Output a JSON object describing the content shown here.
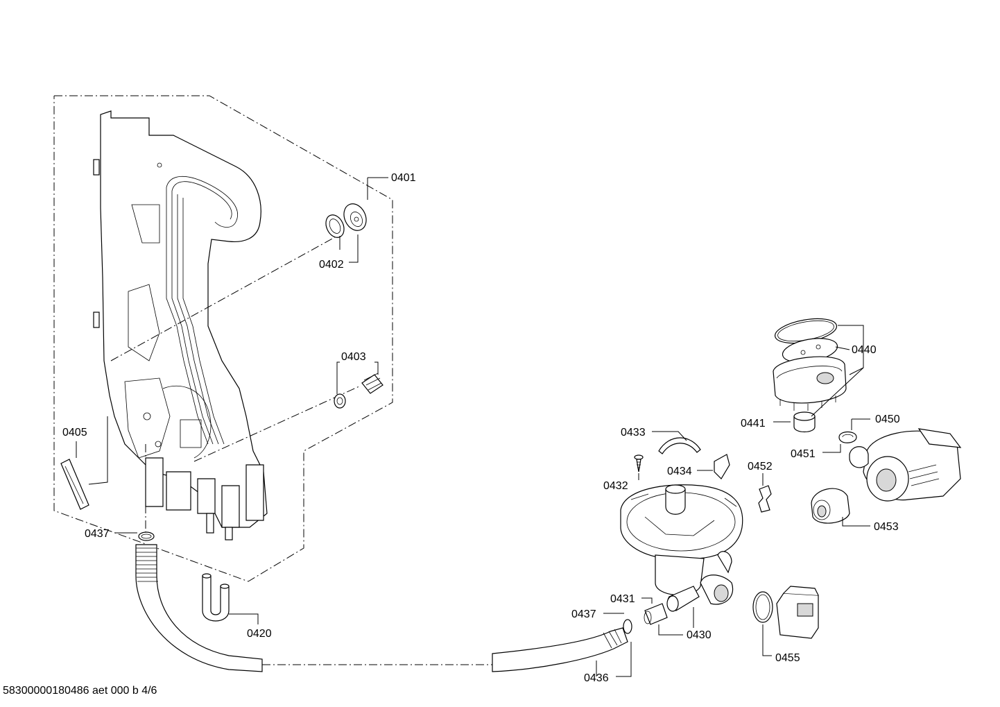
{
  "labels": {
    "p0401": "0401",
    "p0402": "0402",
    "p0403": "0403",
    "p0405": "0405",
    "p0437a": "0437",
    "p0420": "0420",
    "p0440": "0440",
    "p0441": "0441",
    "p0450": "0450",
    "p0451": "0451",
    "p0433": "0433",
    "p0434": "0434",
    "p0432": "0432",
    "p0452": "0452",
    "p0453": "0453",
    "p0431": "0431",
    "p0437b": "0437",
    "p0430": "0430",
    "p0455": "0455",
    "p0436": "0436"
  },
  "footer": "58300000180486 aet 000 b 4/6"
}
